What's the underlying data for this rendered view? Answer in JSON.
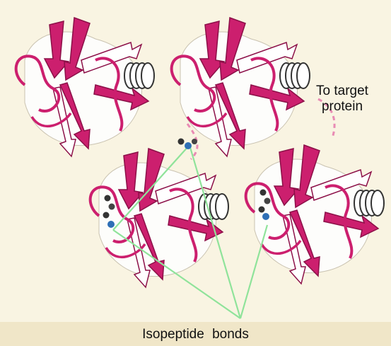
{
  "labels": {
    "target_line1": "To target",
    "target_line2": "protein",
    "bonds": "Isopeptide bonds"
  },
  "colors": {
    "background": "#f9f4e2",
    "caption_bar": "#f0e6c8",
    "ribbon": "#cc1f6e",
    "ribbon_dark": "#8c1048",
    "coil_white": "#ffffff",
    "pointer_lines": "#8fe39a",
    "atom_dark": "#333333",
    "atom_blue": "#2e6fb6"
  },
  "icons": {
    "domains": "protein-ribbon-domain",
    "bond_sites": "isopeptide-atom-cluster"
  }
}
